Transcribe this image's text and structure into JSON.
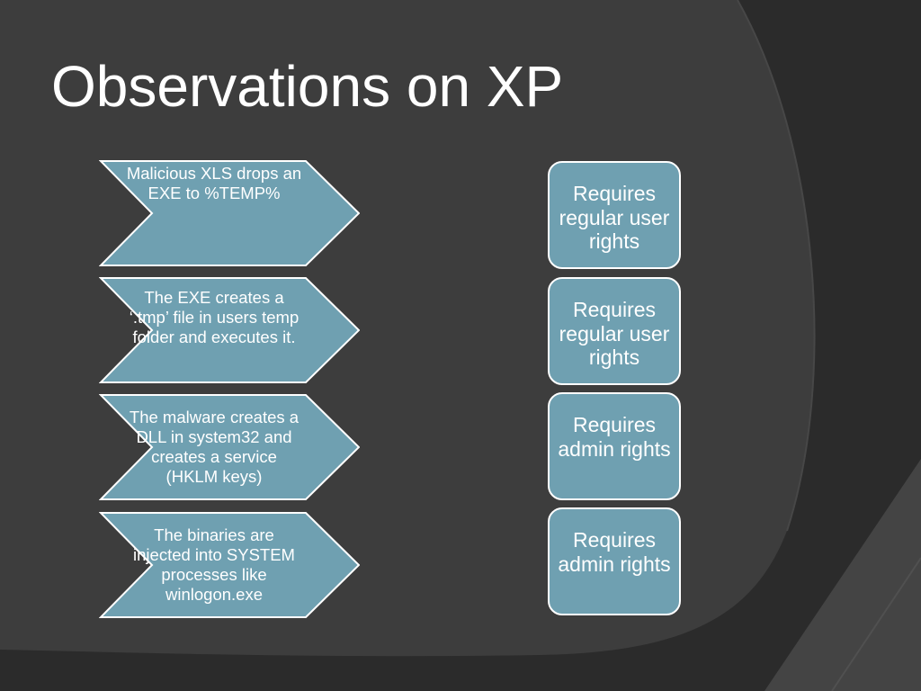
{
  "slide": {
    "title": "Observations on XP",
    "colors": {
      "background": "#2b2b2b",
      "shape_fill": "#6fa0b1",
      "shape_border": "#ffffff",
      "text": "#ffffff"
    }
  },
  "steps": [
    {
      "text": "Malicious XLS drops an EXE to %TEMP%",
      "requirement": "Requires regular user rights"
    },
    {
      "text": "The EXE creates a ‘.tmp’ file in users temp folder and executes it.",
      "requirement": "Requires regular user rights"
    },
    {
      "text": "The malware creates a DLL in system32 and creates a service (HKLM keys)",
      "requirement": "Requires admin rights"
    },
    {
      "text": "The binaries are injected into SYSTEM processes like winlogon.exe",
      "requirement": "Requires admin rights"
    }
  ]
}
